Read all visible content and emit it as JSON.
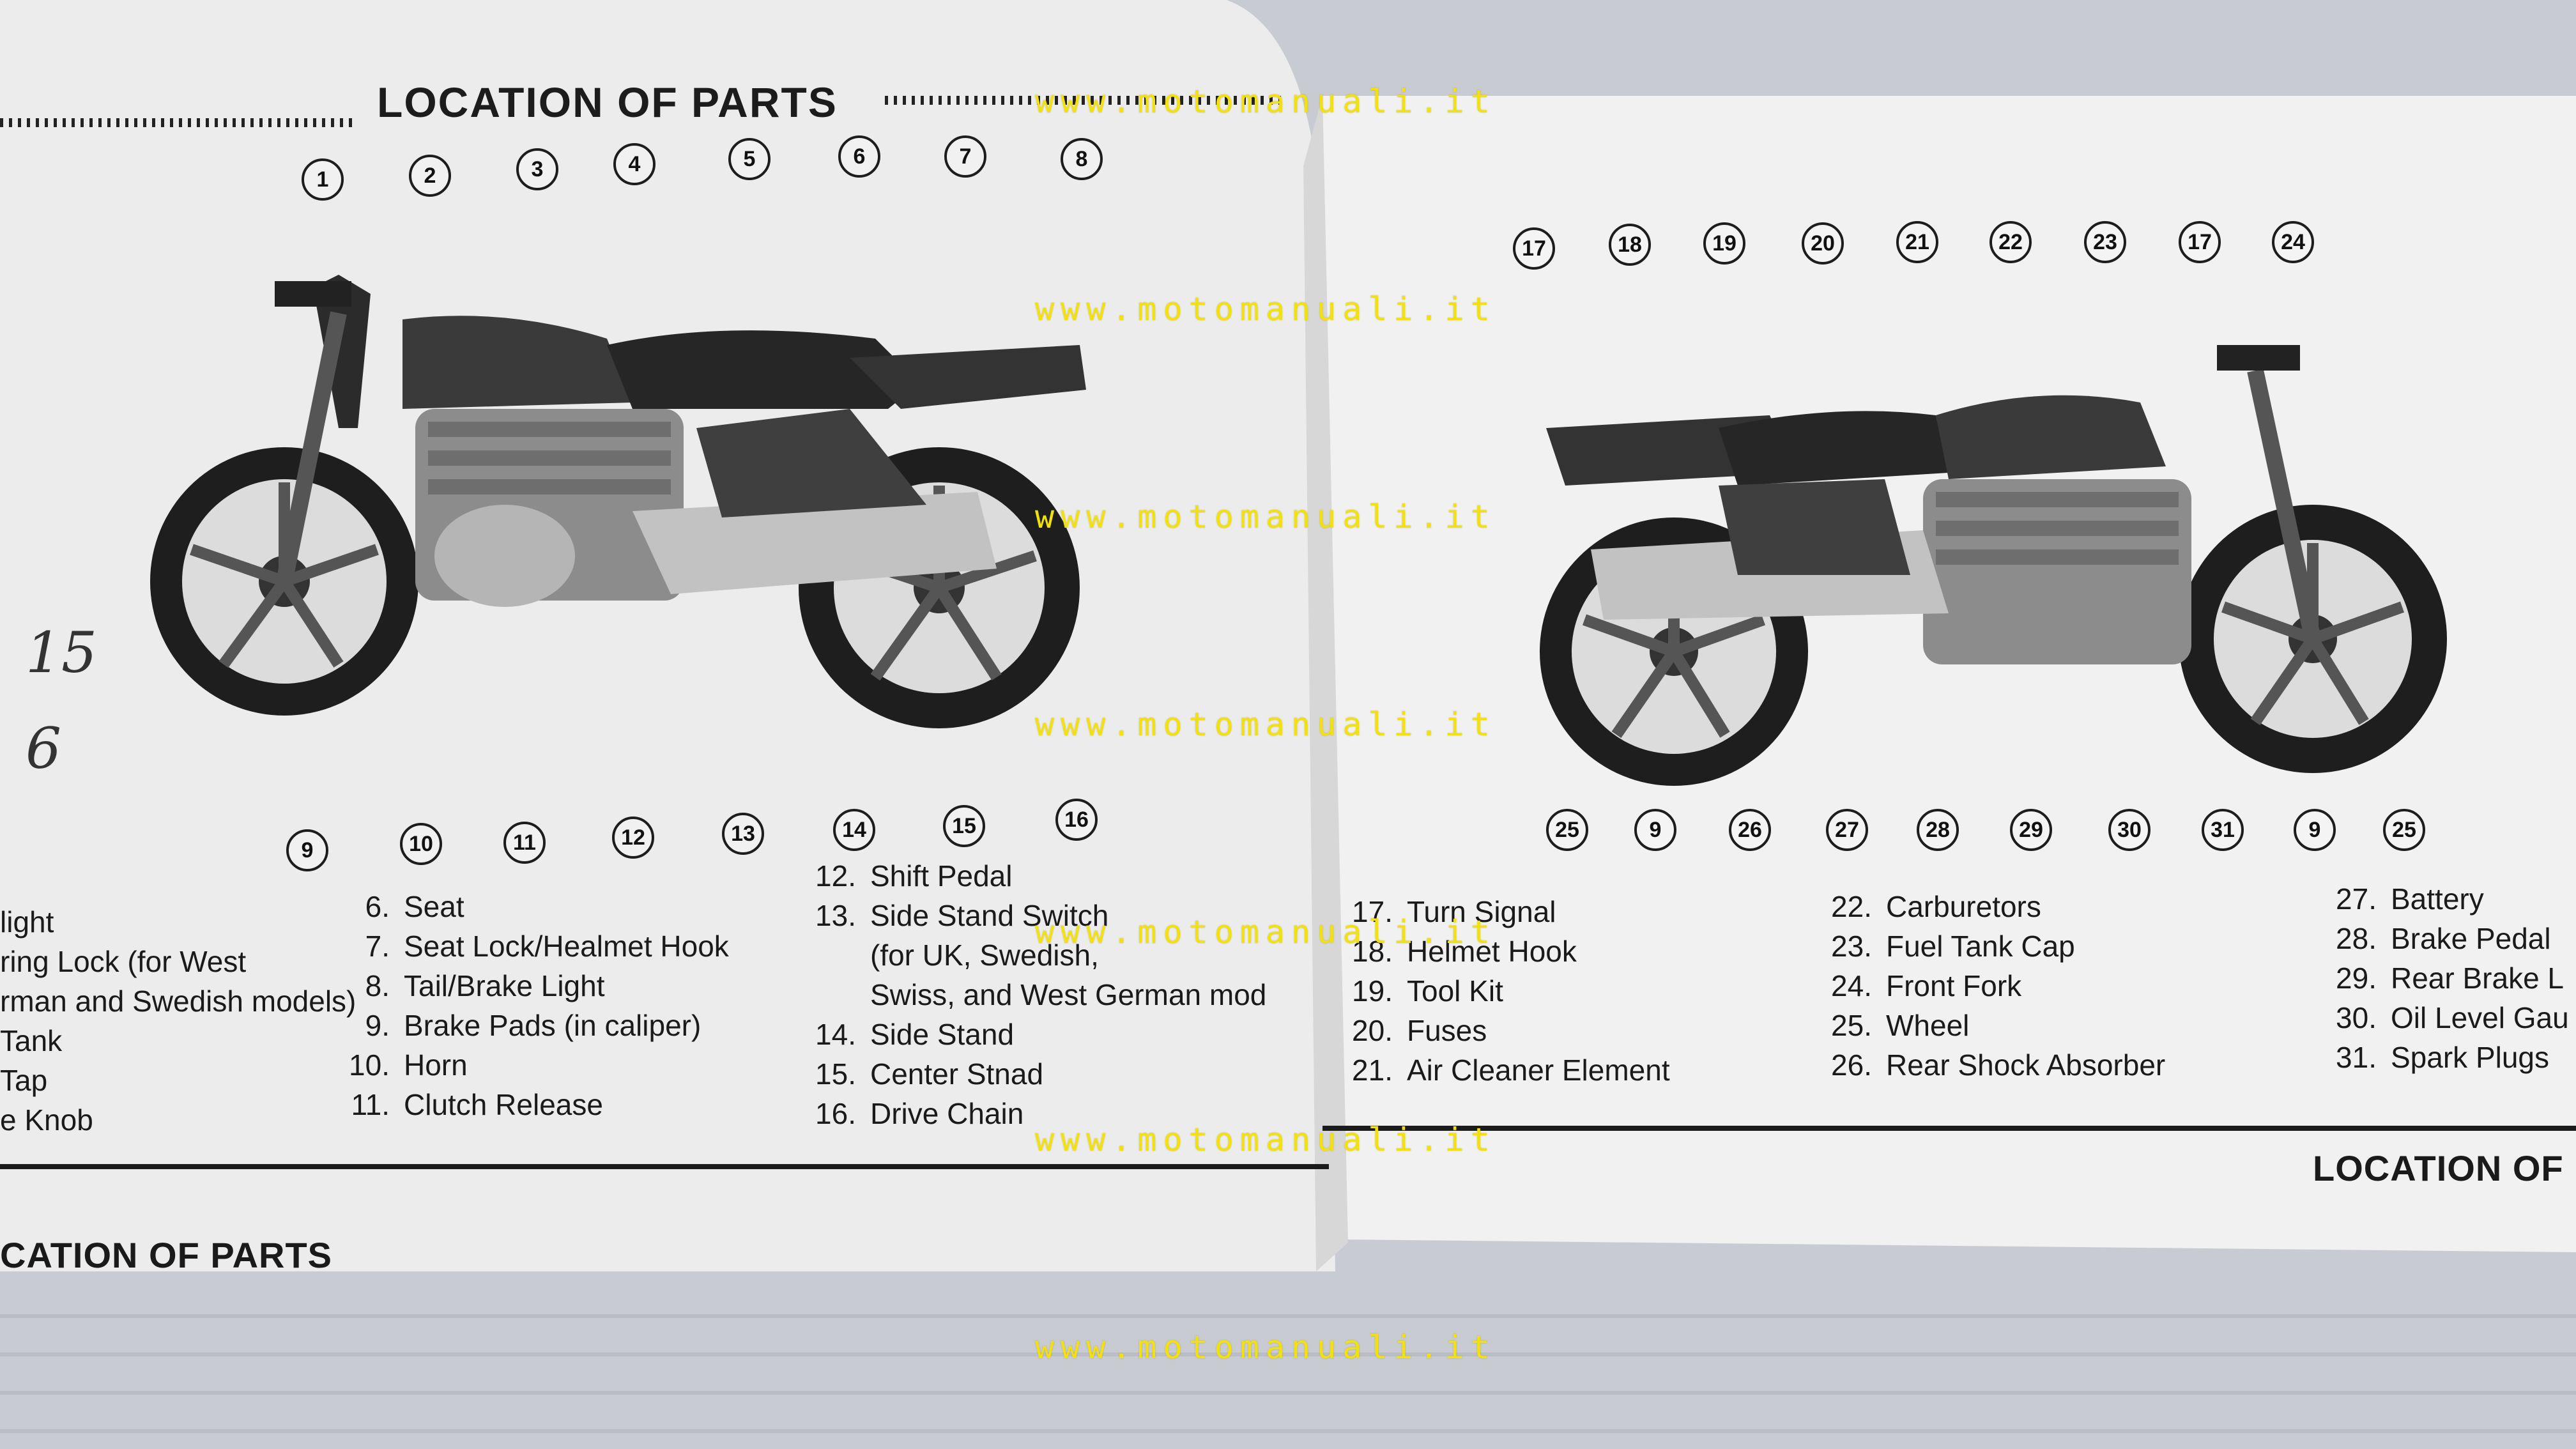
{
  "left_page": {
    "title": "LOCATION OF PARTS",
    "footer_title": "CATION OF PARTS",
    "callouts_top": [
      "1",
      "2",
      "3",
      "4",
      "5",
      "6",
      "7",
      "8"
    ],
    "callouts_bottom": [
      "9",
      "10",
      "11",
      "12",
      "13",
      "14",
      "15",
      "16"
    ],
    "legend_col1": [
      {
        "label": "light"
      },
      {
        "label": "ring Lock (for West"
      },
      {
        "label": "rman and Swedish models)"
      },
      {
        "label": "Tank"
      },
      {
        "label": "Tap"
      },
      {
        "label": "e Knob"
      }
    ],
    "legend_col2": [
      {
        "num": "6.",
        "label": "Seat"
      },
      {
        "num": "7.",
        "label": "Seat Lock/Healmet Hook"
      },
      {
        "num": "8.",
        "label": "Tail/Brake Light"
      },
      {
        "num": "9.",
        "label": "Brake Pads (in caliper)"
      },
      {
        "num": "10.",
        "label": "Horn"
      },
      {
        "num": "11.",
        "label": "Clutch Release"
      }
    ],
    "legend_col3": [
      {
        "num": "12.",
        "label": "Shift Pedal"
      },
      {
        "num": "13.",
        "label": "Side Stand Switch"
      },
      {
        "num": "",
        "label": "(for UK, Swedish,"
      },
      {
        "num": "",
        "label": "Swiss, and West German mod"
      },
      {
        "num": "14.",
        "label": "Side Stand"
      },
      {
        "num": "15.",
        "label": "Center Stnad"
      },
      {
        "num": "16.",
        "label": "Drive Chain"
      }
    ],
    "hand_notes": [
      "15",
      "6"
    ]
  },
  "right_page": {
    "footer_title": "LOCATION OF",
    "callouts_top": [
      "17",
      "18",
      "19",
      "20",
      "21",
      "22",
      "23",
      "17",
      "24"
    ],
    "callouts_bottom": [
      "25",
      "9",
      "26",
      "27",
      "28",
      "29",
      "30",
      "31",
      "9",
      "25"
    ],
    "legend_col1": [
      {
        "num": "17.",
        "label": "Turn Signal"
      },
      {
        "num": "18.",
        "label": "Helmet Hook"
      },
      {
        "num": "19.",
        "label": "Tool Kit"
      },
      {
        "num": "20.",
        "label": "Fuses"
      },
      {
        "num": "21.",
        "label": "Air Cleaner Element"
      }
    ],
    "legend_col2": [
      {
        "num": "22.",
        "label": "Carburetors"
      },
      {
        "num": "23.",
        "label": "Fuel Tank Cap"
      },
      {
        "num": "24.",
        "label": "Front Fork"
      },
      {
        "num": "25.",
        "label": "Wheel"
      },
      {
        "num": "26.",
        "label": "Rear Shock Absorber"
      }
    ],
    "legend_col3": [
      {
        "num": "27.",
        "label": "Battery"
      },
      {
        "num": "28.",
        "label": "Brake Pedal"
      },
      {
        "num": "29.",
        "label": "Rear Brake L"
      },
      {
        "num": "30.",
        "label": "Oil Level Gau"
      },
      {
        "num": "31.",
        "label": "Spark Plugs"
      }
    ]
  },
  "watermark": "www.motomanuali.it",
  "colors": {
    "watermark": "#f2e010",
    "paper": "#efefef",
    "ink": "#1a1a1a",
    "background": "#c9cdd3"
  }
}
